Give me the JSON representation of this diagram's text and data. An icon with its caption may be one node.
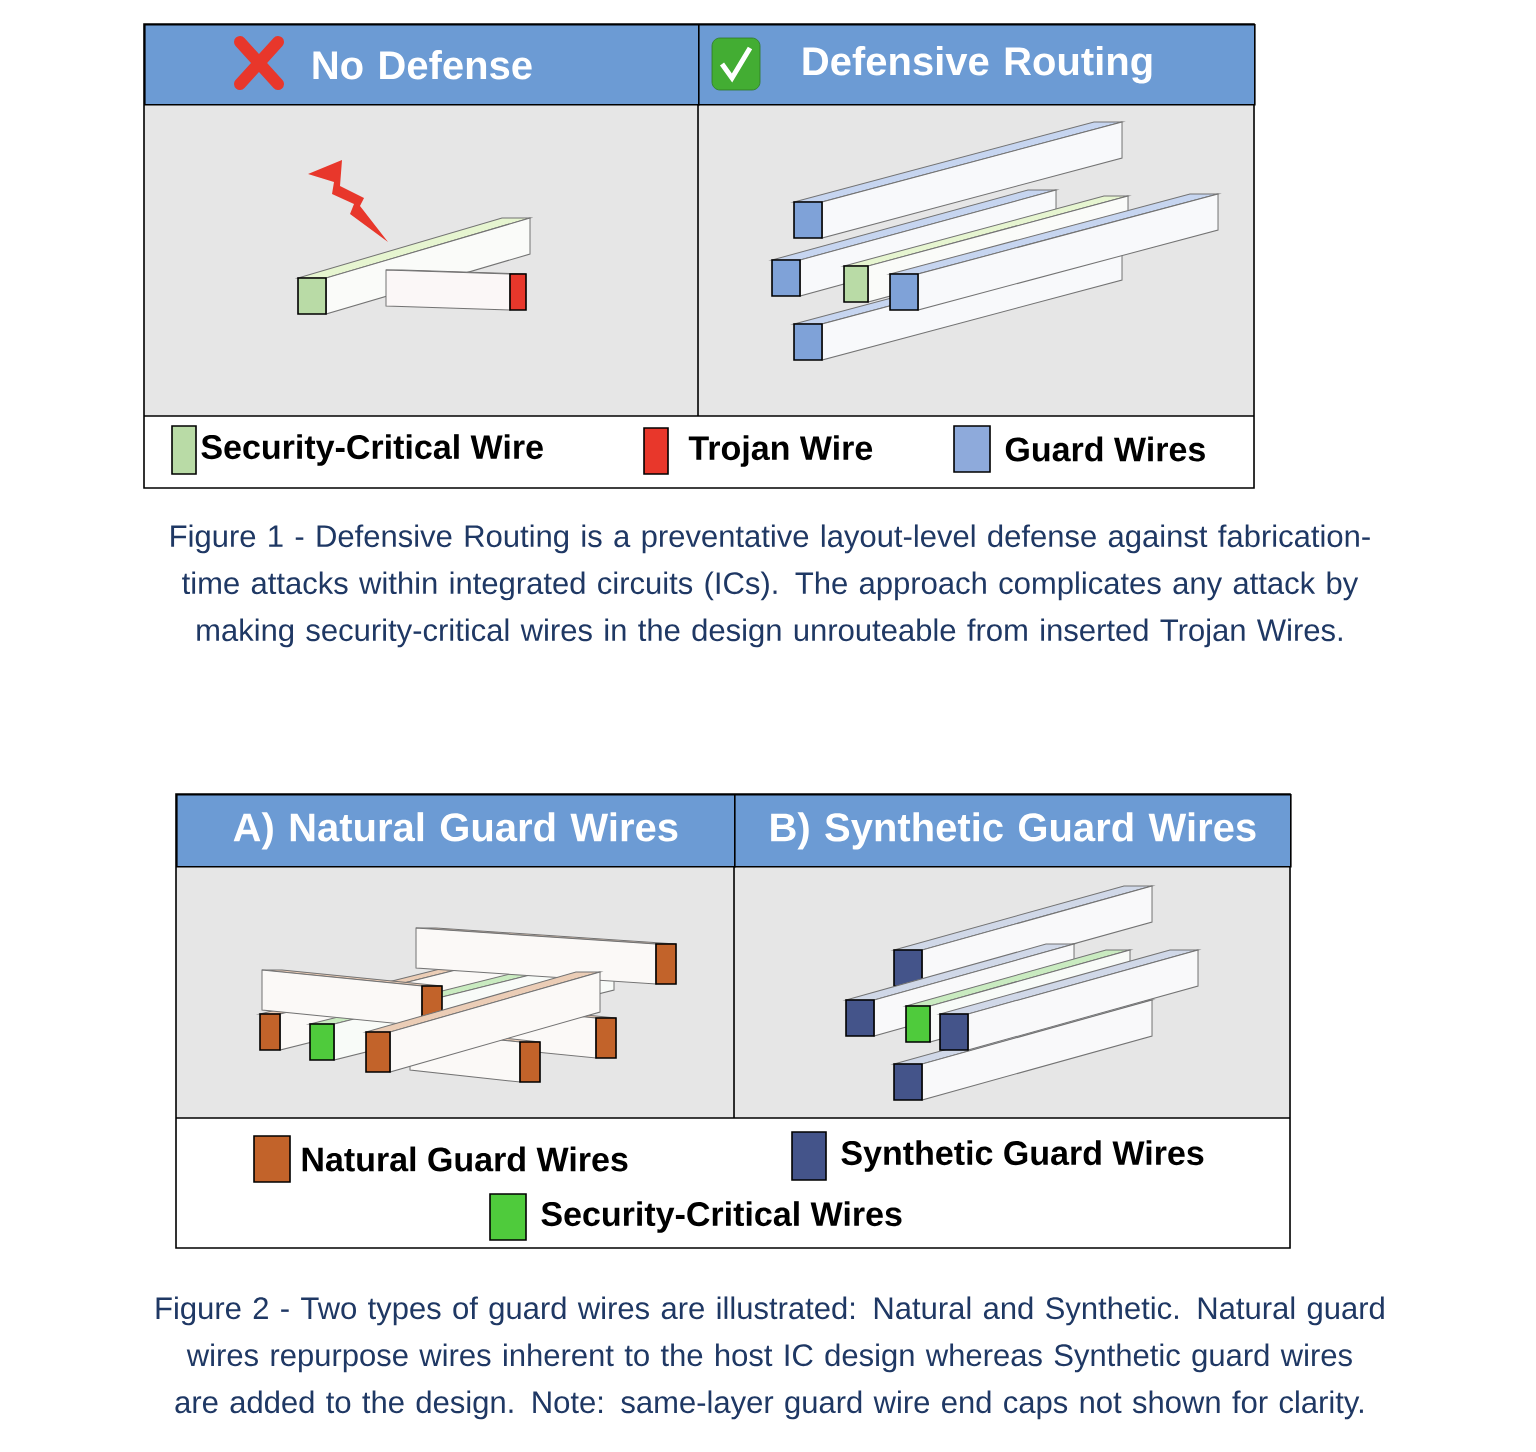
{
  "diagram": {
    "nodes": [
      {
        "text": [
          "No Defense"
        ]
      },
      {
        "text": [
          "Defensive Routing"
        ]
      },
      {
        "text": [
          "A) Natural Guard Wires"
        ]
      },
      {
        "text": [
          "B) Synthetic Guard Wires"
        ]
      }
    ],
    "labels": [
      "Figure 1 - Defensive Routing is a preventative layout-level defense against fabrication-time attacks within integrated circuits (ICs). The approach complicates any attack by making security-critical wires in the design unrouteable from inserted Trojan Wires.",
      "Figure 2 - Two types of guard wires are illustrated: Natural and Synthetic. Natural guard wires repurpose wires inherent to the host IC design whereas Synthetic guard wires are added to the design. Note: same-layer guard wire end caps not shown for clarity."
    ],
    "legend": [
      {
        "text": "Security-Critical Wire",
        "color": "#b9dba6"
      },
      {
        "text": "Trojan Wire",
        "color": "#e8372b"
      },
      {
        "text": "Guard Wires",
        "color": "#8eaadb"
      },
      {
        "text": "Natural Guard Wires",
        "color": "#c2632a"
      },
      {
        "text": "Synthetic Guard Wires",
        "color": "#44548a"
      },
      {
        "text": "Security-Critical Wires",
        "color": "#4fcb3c"
      }
    ]
  }
}
